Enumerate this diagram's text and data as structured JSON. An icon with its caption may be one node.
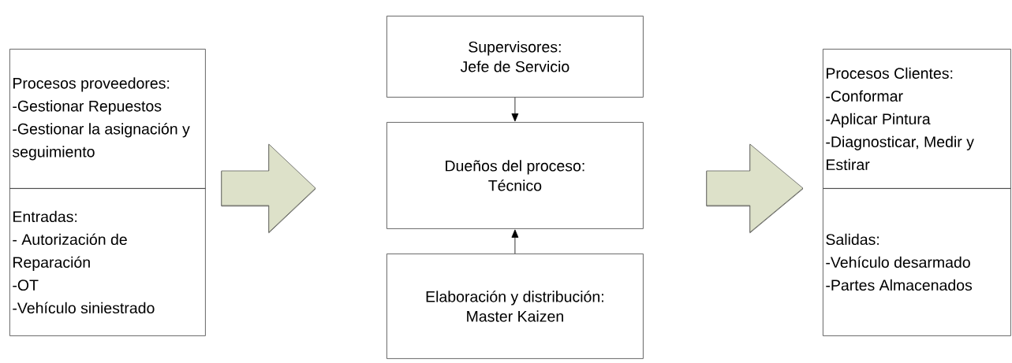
{
  "diagram": {
    "nodes": [
      {
        "text": [
          "Procesos proveedores:",
          "-Gestionar Repuestos",
          "-Gestionar la asignación y seguimiento"
        ]
      },
      {
        "text": [
          "Entradas:",
          "- Autorización de Reparación",
          "-OT",
          "-Vehículo siniestrado"
        ]
      },
      {
        "text": [
          "Supervisores:",
          "Jefe de Servicio"
        ]
      },
      {
        "text": [
          "Dueños del proceso:",
          "Técnico"
        ]
      },
      {
        "text": [
          "Elaboración y distribución:",
          "Master Kaizen"
        ]
      },
      {
        "text": [
          "Procesos Clientes:",
          "-Conformar",
          "-Aplicar Pintura",
          "-Diagnosticar, Medir y Estirar"
        ]
      },
      {
        "text": [
          "Salidas:",
          "-Vehículo desarmado",
          "-Partes Almacenados"
        ]
      }
    ],
    "edges": [
      {
        "from": 0,
        "to": 3,
        "arrow": "to",
        "color": "#dde1c9"
      },
      {
        "from": 1,
        "to": 3,
        "arrow": "to",
        "color": "#dde1c9"
      },
      {
        "from": 3,
        "to": 5,
        "arrow": "to",
        "color": "#dde1c9"
      },
      {
        "from": 3,
        "to": 6,
        "arrow": "to",
        "color": "#dde1c9"
      },
      {
        "from": 2,
        "to": 3,
        "arrow": "to"
      },
      {
        "from": 4,
        "to": 3,
        "arrow": "to"
      }
    ]
  }
}
